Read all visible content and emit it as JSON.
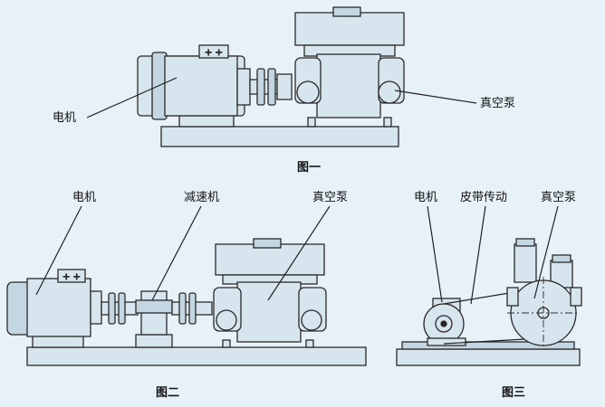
{
  "colors": {
    "background": "#e6f2f8",
    "equipment_fill": "#d7e5ee",
    "equipment_shade": "#c4d6e2",
    "ink": "#222222"
  },
  "figure1": {
    "caption": "图一",
    "labels": {
      "motor": "电机",
      "vacuum_pump": "真空泵"
    }
  },
  "figure2": {
    "caption": "图二",
    "labels": {
      "motor": "电机",
      "reducer": "减速机",
      "vacuum_pump": "真空泵"
    }
  },
  "figure3": {
    "caption": "图三",
    "labels": {
      "motor": "电机",
      "belt_drive": "皮带传动",
      "vacuum_pump": "真空泵"
    }
  }
}
